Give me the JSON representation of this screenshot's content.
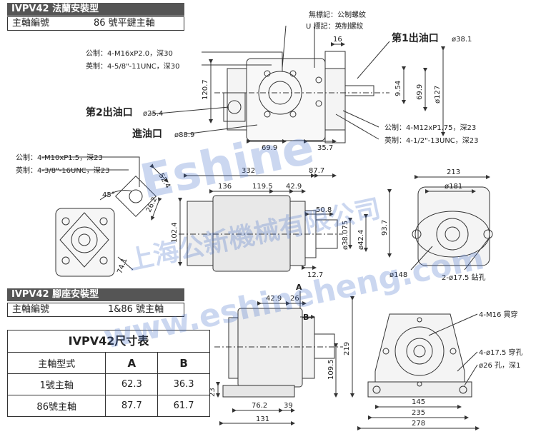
{
  "flange": {
    "title": "IVPV42 法蘭安裝型",
    "shaft_label": "主軸編號",
    "shaft_value": "86 號平鍵主軸",
    "mark_note_1": "無標記：公制螺紋",
    "mark_note_2": "U 標記：英制螺紋",
    "outlet1": "第1出油口",
    "outlet1_dim": "ø38.1",
    "outlet2": "第2出油口",
    "outlet2_dim": "ø25.4",
    "inlet": "進油口",
    "inlet_dim": "ø88.9",
    "metric_1": "公制：4-M16xP2.0，深30",
    "imperial_1": "英制：4-5/8\"-11UNC，深30",
    "metric_2": "公制：4-M12xP1.75，深23",
    "imperial_2": "英制：4-1/2\"-13UNC，深23",
    "metric_3": "公制：4-M10xP1.5，深23",
    "imperial_3": "英制：4-3/8\"-16UNC，深23",
    "dims": {
      "d16": "16",
      "d120_7": "120.7",
      "d69_9a": "69.9",
      "d35_7": "35.7",
      "d9_54": "9.54",
      "d69_9b": "69.9",
      "d127": "ø127",
      "d52_4": "52.4",
      "d26_2": "26.2",
      "d45": "45°",
      "d74_1": "74.1",
      "d332": "332",
      "d87_7": "87.7",
      "d136": "136",
      "d119_5": "119.5",
      "d42_9": "42.9",
      "d102_4": "102.4",
      "d50_8": "50.8",
      "d12_7": "12.7",
      "d38_075": "ø38.075",
      "d42_4": "ø42.4",
      "d93_7": "93.7",
      "d213": "213",
      "d181": "ø181",
      "d148": "ø148",
      "d2_17_5": "2-ø17.5 鉆孔"
    }
  },
  "foot": {
    "title": "IVPV42 腳座安裝型",
    "shaft_label": "主軸編號",
    "shaft_value": "1&86 號主軸",
    "labels": {
      "A": "A",
      "B": "B"
    },
    "dims": {
      "d42_9": "42.9",
      "d26": "26",
      "d219": "219",
      "d109_5": "109.5",
      "d23": "23",
      "d76_2": "76.2",
      "d39": "39",
      "d131": "131",
      "d4_m16": "4-M16 貫穿",
      "d4_17_5": "4-ø17.5 穿孔",
      "d26_hole": "ø26 孔，深1",
      "d145": "145",
      "d235": "235",
      "d278": "278"
    }
  },
  "table": {
    "title": "IVPV42尺寸表",
    "headers": [
      "主軸型式",
      "A",
      "B"
    ],
    "rows": [
      [
        "1號主軸",
        "62.3",
        "36.3"
      ],
      [
        "86號主軸",
        "87.7",
        "61.7"
      ]
    ]
  },
  "watermark": {
    "brand": "Eshine",
    "cn": "上海公新機械有限公司",
    "url": "www.eshineheng.com"
  }
}
